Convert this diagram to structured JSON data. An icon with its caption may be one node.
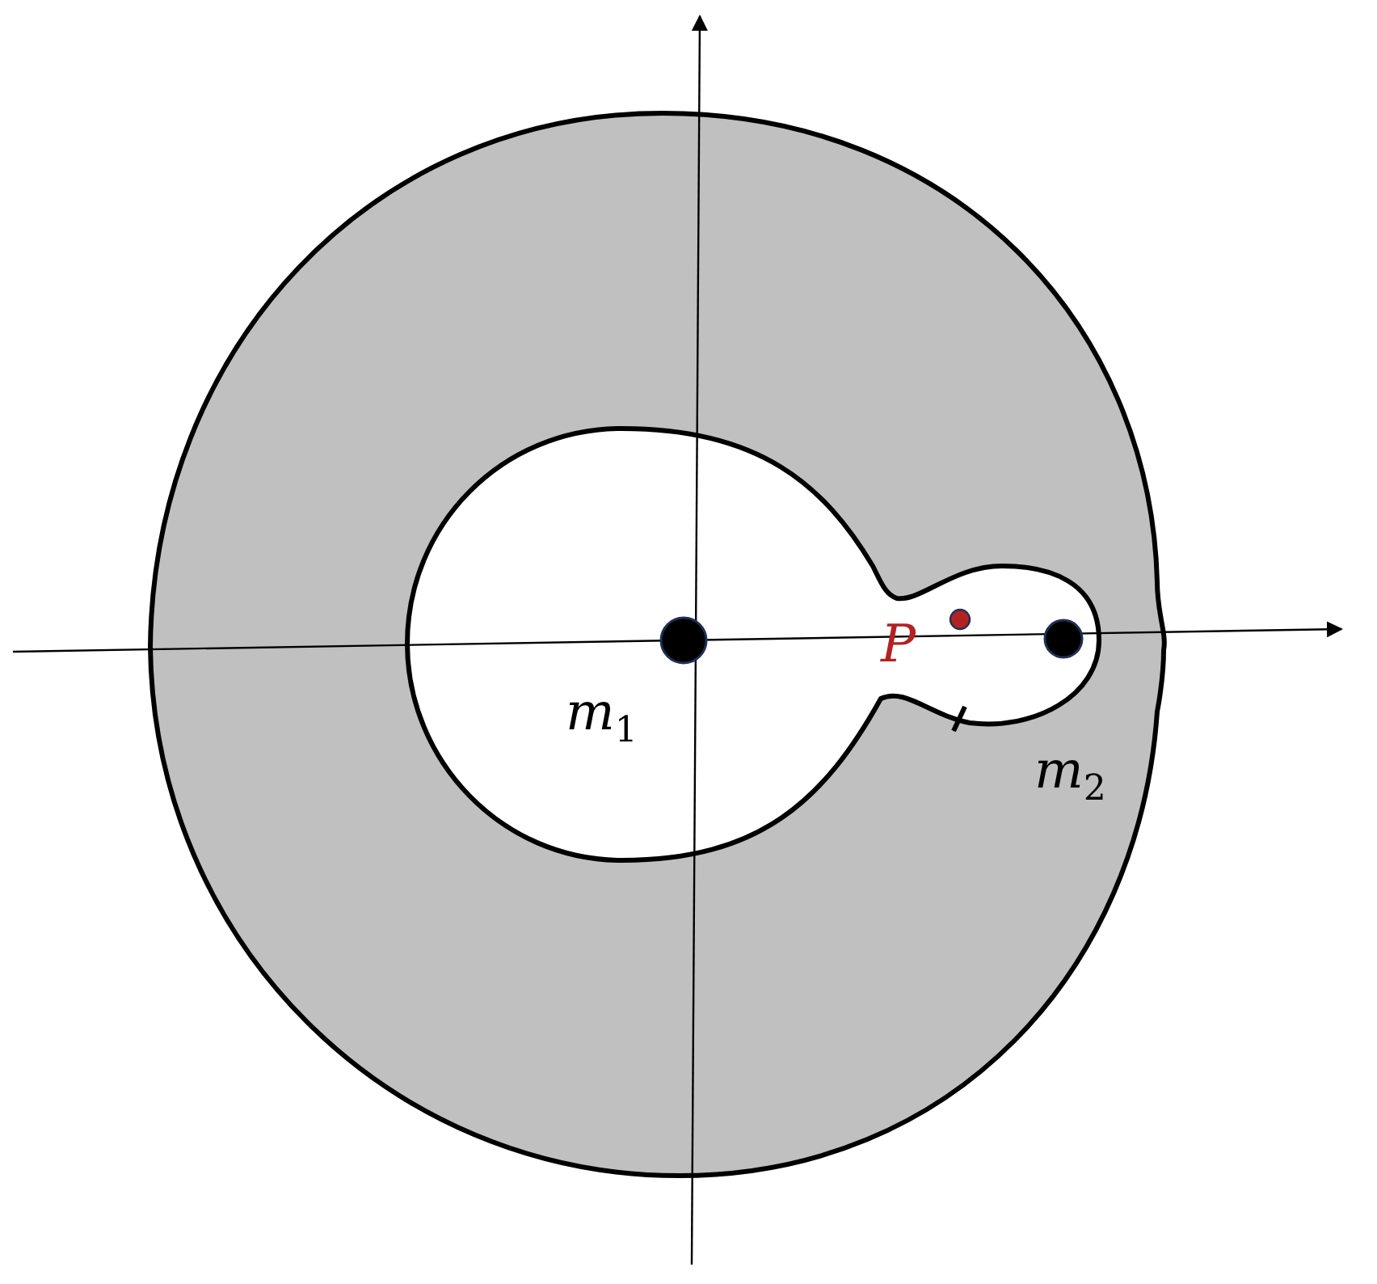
{
  "diagram": {
    "labels": [
      "*P*",
      "*m*$_{1}$",
      "*m*$_{2}$"
    ]
  }
}
